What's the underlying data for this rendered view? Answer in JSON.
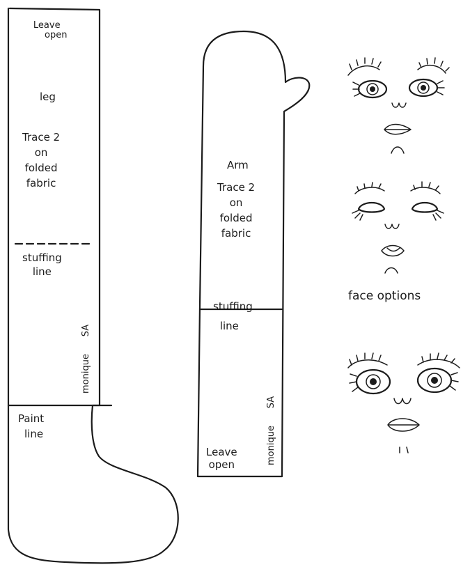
{
  "leg_piece": {
    "leave_open_top": [
      "Leave",
      "open"
    ],
    "name": "leg",
    "instructions": [
      "Trace 2",
      "on",
      "folded",
      "fabric"
    ],
    "stuffing_line": [
      "stuffing",
      "line"
    ],
    "paint_line": [
      "Paint",
      "line"
    ],
    "credit": "monique",
    "credit_suffix": "SA"
  },
  "arm_piece": {
    "name": "Arm",
    "instructions": [
      "Trace 2",
      "on",
      "folded",
      "fabric"
    ],
    "stuffing_line": [
      "stuffing",
      "line"
    ],
    "leave_open_bottom": [
      "Leave",
      "open"
    ],
    "credit": "monique",
    "credit_suffix": "SA"
  },
  "faces": {
    "caption": "face options",
    "options": [
      {
        "name": "open-eyes-face"
      },
      {
        "name": "closed-eyes-face"
      },
      {
        "name": "wide-eyes-face"
      }
    ]
  },
  "colors": {
    "ink": "#1c1c1c",
    "paper": "#ffffff"
  }
}
